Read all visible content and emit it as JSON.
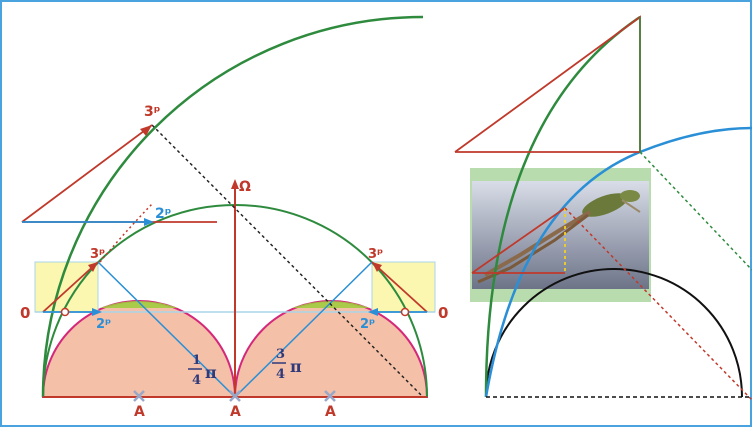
{
  "colors": {
    "frame": "#4aa3df",
    "green_arc": "#2e8b3e",
    "pink_fill": "#f5c0a8",
    "pink_stroke": "#d4287a",
    "yellow_box": "#fbf6b0",
    "lime_cap": "#9ccc3a",
    "red_line": "#c0392b",
    "blue_line": "#2a8fd6",
    "black_dotted": "#222222"
  },
  "labels": {
    "three_p_top": "3ᵖ",
    "two_p_mid": "2ᵖ",
    "three_p_left": "3ᵖ",
    "three_p_right": "3ᵖ",
    "two_p_left": "2ᵖ",
    "two_p_right": "2ᵖ",
    "zero_left": "0",
    "zero_right": "0",
    "omega": "Ω",
    "a_left": "A",
    "a_center": "A",
    "a_right": "A",
    "frac_left_num": "1",
    "frac_left_den": "4",
    "frac_right_num": "3",
    "frac_right_den": "4",
    "pi": "π"
  },
  "photo": {
    "icon": "frog-photo"
  }
}
